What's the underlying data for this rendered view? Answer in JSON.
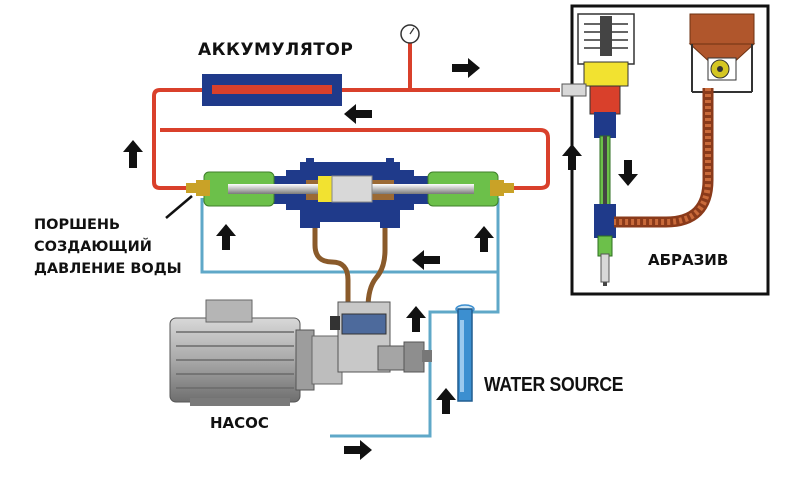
{
  "labels": {
    "accumulator": "АККУМУЛЯТОР",
    "piston_lines": [
      "ПОРШЕНЬ",
      "СОЗДАЮЩИЙ",
      "ДАВЛЕНИЕ ВОДЫ"
    ],
    "water_source": "WATER SOURCE",
    "pump": "НАСОС",
    "abrasive": "АБРАЗИВ"
  },
  "colors": {
    "high_pressure_line": "#d9402b",
    "low_pressure_line": "#5fa8c8",
    "oil_line": "#8a5a2a",
    "intensifier_body": "#1f3a8a",
    "intensifier_end": "#6cc04a",
    "hopper_abrasive": "#b0562c",
    "water_column": "#3c8fd0",
    "flow_arrow": "#111111"
  },
  "icons": {
    "flow_arrow": "arrow-icon",
    "gauge": "pressure-gauge-icon"
  }
}
